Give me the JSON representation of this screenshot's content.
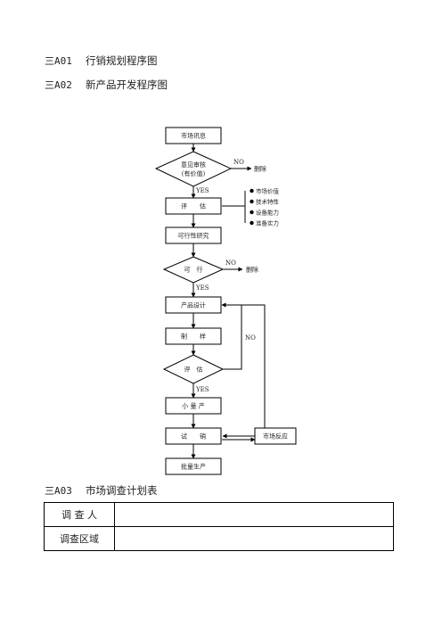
{
  "sections": [
    {
      "code": "三A01",
      "title": "行销规划程序图"
    },
    {
      "code": "三A02",
      "title": "新产品开发程序图"
    },
    {
      "code": "三A03",
      "title": "市场调查计划表"
    }
  ],
  "flowchart": {
    "nodes": {
      "market_info": "市场讯息",
      "review_line1": "意见审核",
      "review_line2": "(有价值)",
      "evaluate": "评　　估",
      "feasibility": "可行性研究",
      "feasible": "可　行",
      "product_design": "产品设计",
      "prototype": "制　　样",
      "assessment": "评　估",
      "small_batch": "小 量 产",
      "trial_sale": "试　　销",
      "market_response": "市场反应",
      "mass_production": "批量生产"
    },
    "edge_labels": {
      "no_1": "NO",
      "delete_1": "删除",
      "yes_1": "YES",
      "no_2": "NO",
      "delete_2": "删除",
      "yes_2": "YES",
      "no_3": "NO",
      "yes_3": "YES"
    },
    "criteria": [
      "市场价值",
      "技术特性",
      "设备能力",
      "准备实力"
    ]
  },
  "survey_table": {
    "rows": [
      {
        "label": "调 查 人",
        "value": ""
      },
      {
        "label": "调查区域",
        "value": ""
      }
    ]
  }
}
